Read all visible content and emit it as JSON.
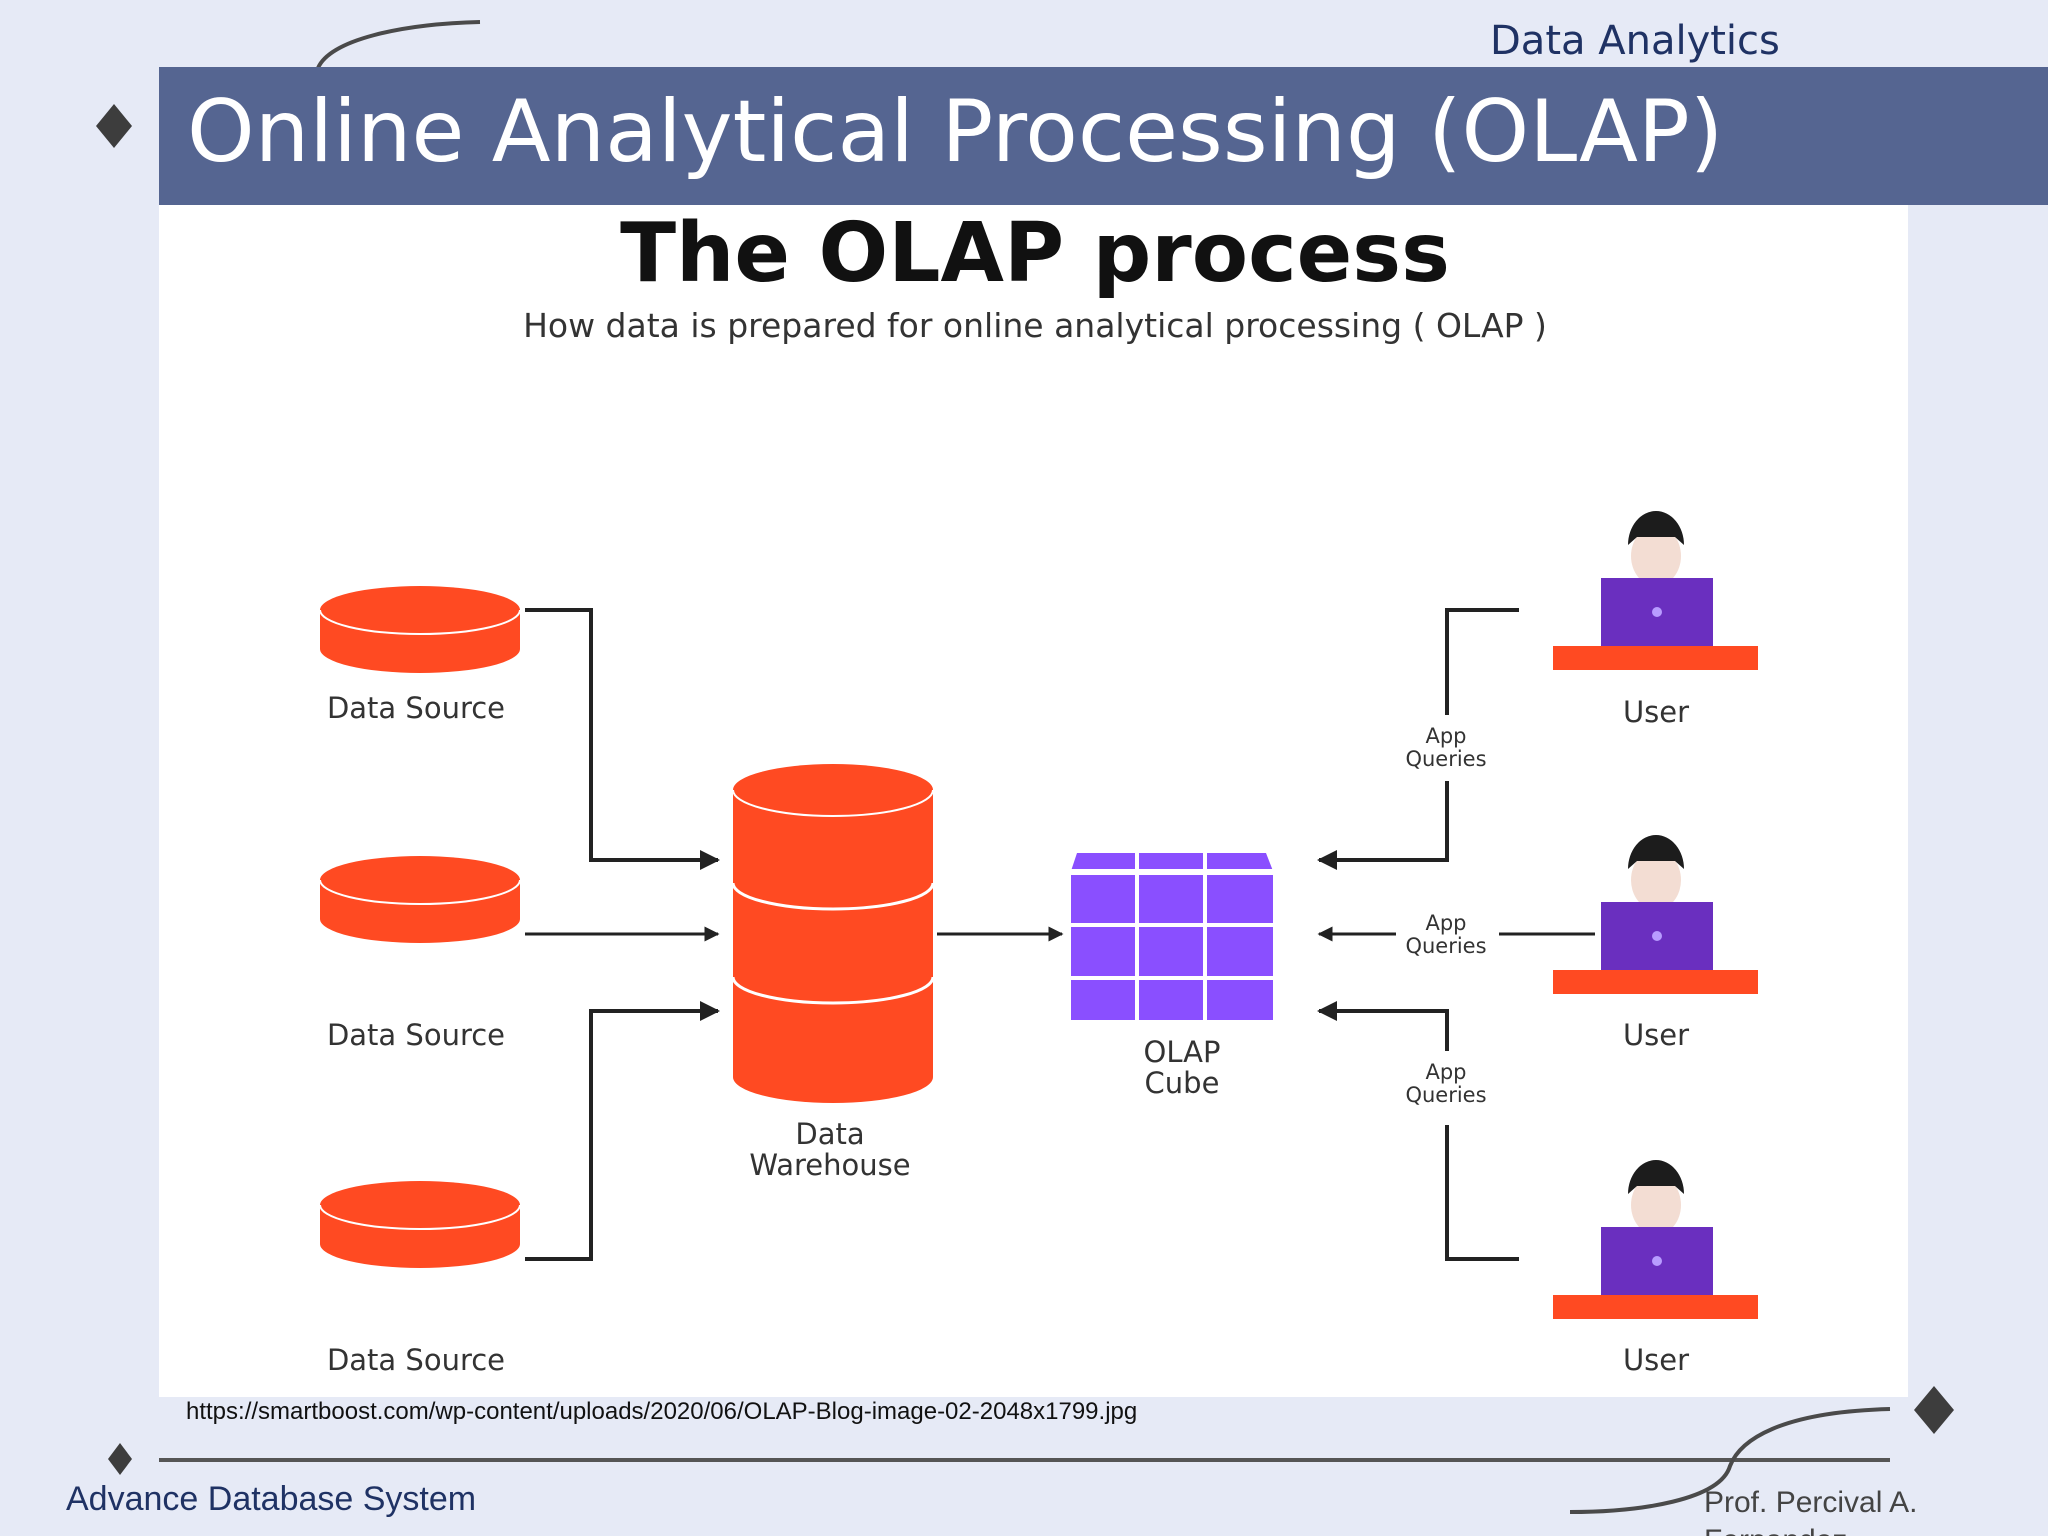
{
  "slide": {
    "header_topright": "Data Analytics",
    "title": "Online Analytical Processing (OLAP)",
    "footer_left": "Advance Database System",
    "footer_right": "Prof. Percival A. Fernandez",
    "source_url": "https://smartboost.com/wp-content/uploads/2020/06/OLAP-Blog-image-02-2048x1799.jpg"
  },
  "diagram": {
    "title": "The OLAP process",
    "subtitle": "How data is prepared for online analytical processing ( OLAP )",
    "sources": [
      {
        "label": "Data Source"
      },
      {
        "label": "Data Source"
      },
      {
        "label": "Data Source"
      }
    ],
    "warehouse": {
      "label_line1": "Data",
      "label_line2": "Warehouse"
    },
    "cube": {
      "label_line1": "OLAP",
      "label_line2": "Cube"
    },
    "queries": [
      {
        "line1": "App",
        "line2": "Queries"
      },
      {
        "line1": "App",
        "line2": "Queries"
      },
      {
        "line1": "App",
        "line2": "Queries"
      }
    ],
    "users": [
      {
        "label": "User"
      },
      {
        "label": "User"
      },
      {
        "label": "User"
      }
    ]
  },
  "colors": {
    "database_red": "#ff4a22",
    "cube_purple": "#8a4fff",
    "laptop_purple": "#6a2fbf",
    "title_bar": "#556591",
    "slide_bg": "#e6eaf6"
  }
}
